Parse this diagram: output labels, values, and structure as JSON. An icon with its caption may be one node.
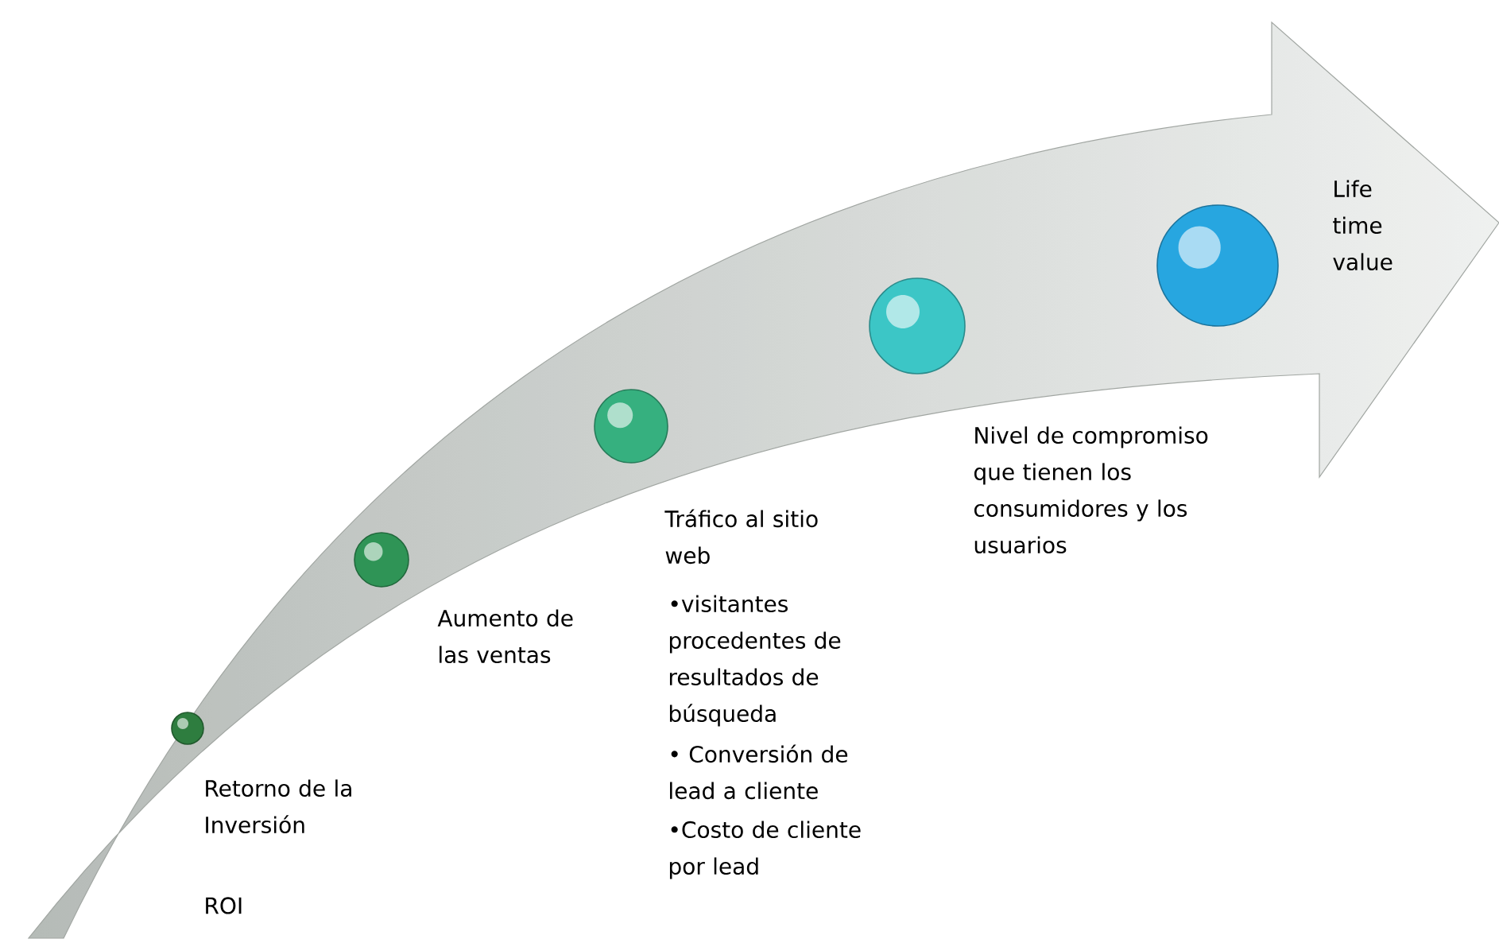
{
  "diagram": {
    "nodes": [
      {
        "text": [],
        "shape": "circle",
        "beside": [
          "Retorno de la Inversión",
          "ROI"
        ]
      },
      {
        "text": [],
        "shape": "circle",
        "beside": [
          "Aumento de las ventas"
        ]
      },
      {
        "text": [],
        "shape": "circle",
        "beside": [
          "Tráfico al sitio web",
          "•visitantes procedentes de resultados de búsqueda",
          "• Conversión de lead a cliente",
          "•Costo de cliente por lead"
        ]
      },
      {
        "text": [],
        "shape": "circle",
        "beside": [
          "Nivel de compromiso que tienen los consumidores y los usuarios"
        ]
      },
      {
        "text": [],
        "shape": "circle",
        "beside": [
          "Life time value"
        ]
      }
    ]
  }
}
